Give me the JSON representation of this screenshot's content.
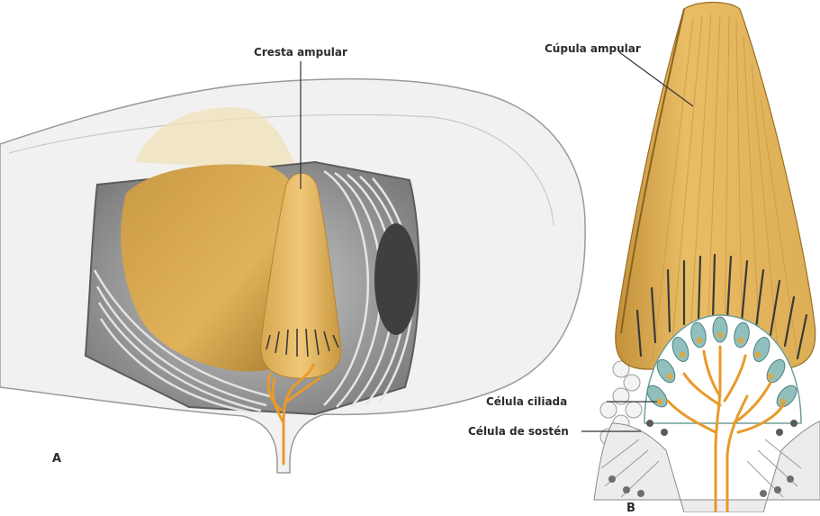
{
  "labels": {
    "cresta_ampular": "Cresta ampular",
    "cupula_ampular": "Cúpula ampular",
    "celula_ciliada": "Célula ciliada",
    "celula_sosten": "Célula de sostén",
    "panel_a": "A",
    "panel_b": "B"
  },
  "colors": {
    "cupula": "#e4b85a",
    "cupula_dark": "#b8892e",
    "nerve": "#e89a2a",
    "hair_cell": "#7fb3b0",
    "ampulla_wall": "#f1f1f1",
    "cavity_gray": "#7a7a7a",
    "line": "#333333"
  }
}
